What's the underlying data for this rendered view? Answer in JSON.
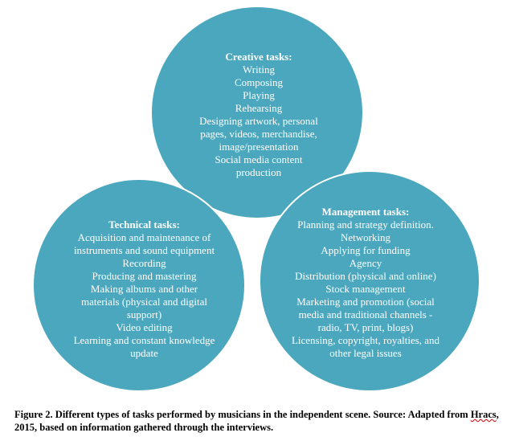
{
  "colors": {
    "circle_fill": "#4aa7bd",
    "circle_stroke": "#ffffff",
    "text": "#ffffff",
    "arrow": "#ffffff"
  },
  "creative": {
    "title": "Creative tasks:",
    "items": [
      "Writing",
      "Composing",
      "Playing",
      "Rehearsing",
      "Designing artwork, personal",
      "pages, videos, merchandise,",
      "image/presentation",
      "Social media content",
      "production"
    ]
  },
  "technical": {
    "title": "Technical tasks:",
    "items": [
      "Acquisition and maintenance of",
      "instruments and sound equipment",
      "Recording",
      "Producing and mastering",
      "Making albums and other",
      "materials (physical and digital",
      "support)",
      "Video editing",
      "Learning and constant knowledge",
      "update"
    ]
  },
  "management": {
    "title": "Management tasks:",
    "items": [
      "Planning and strategy definition.",
      "Networking",
      "Applying for funding",
      "Agency",
      "Distribution (physical and online)",
      "Stock management",
      "Marketing and promotion (social",
      "media and traditional channels -",
      "radio, TV, print, blogs)",
      "Licensing, copyright, royalties, and",
      "other legal issues"
    ]
  },
  "caption": {
    "part1": "Figure 2. Different types of tasks performed by musicians in the independent scene. Source: Adapted from ",
    "cited": "Hracs",
    "part2": ", 2015, based on information gathered through the interviews."
  }
}
